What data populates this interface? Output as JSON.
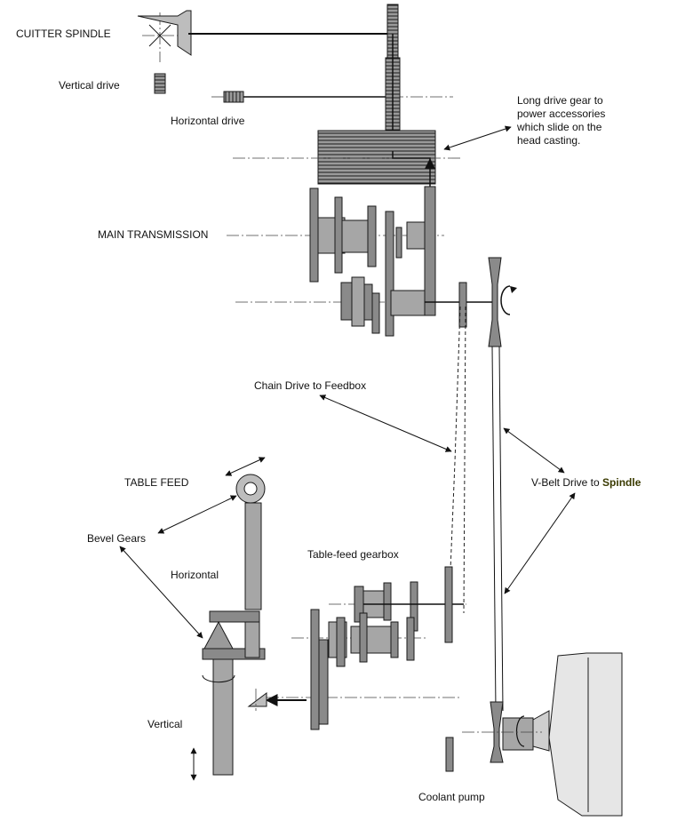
{
  "labels": {
    "cutter_spindle": "CUITTER SPINDLE",
    "vertical_drive": "Vertical drive",
    "horizontal_drive": "Horizontal drive",
    "long_drive_gear": [
      "Long drive gear to",
      "power accessories",
      "which slide on the",
      "head casting."
    ],
    "main_transmission": "MAIN TRANSMISSION",
    "chain_drive": "Chain Drive to Feedbox",
    "table_feed": "TABLE FEED",
    "bevel_gears": "Bevel Gears",
    "horizontal": "Horizontal",
    "table_feed_gearbox": "Table-feed gearbox",
    "vbelt_prefix": "V-Belt Drive to ",
    "vbelt_spindle": "Spindle",
    "vertical": "Vertical",
    "coolant_pump": "Coolant pump"
  },
  "colors": {
    "ink": "#1a1a1a",
    "gear_fill": "#8a8a8a",
    "motor_fill": "#e6e6e6",
    "spindle_text": "#3a3a00"
  }
}
